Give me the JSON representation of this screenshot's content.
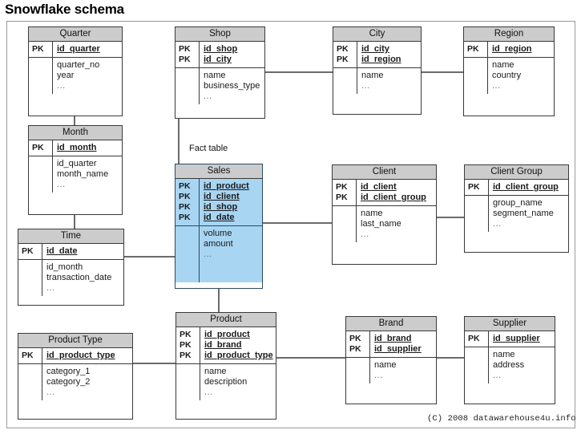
{
  "page": {
    "title": "Snowflake schema",
    "fact_table_note": "Fact table",
    "credit": "(C) 2008 datawarehouse4u.info"
  },
  "colors": {
    "header_fill": "#cccccc",
    "fact_fill": "#a8d5f2",
    "border": "#3a3a3a",
    "connector": "#6b6b6b",
    "frame": "#9a9a9a",
    "text": "#1a1a1a"
  },
  "key_label": "PK",
  "ellipsis": "...",
  "entities": {
    "quarter": {
      "name": "Quarter",
      "keys": [
        "id_quarter"
      ],
      "attributes": [
        "quarter_no",
        "year",
        "..."
      ]
    },
    "month": {
      "name": "Month",
      "keys": [
        "id_month"
      ],
      "attributes": [
        "id_quarter",
        "month_name",
        "..."
      ]
    },
    "time": {
      "name": "Time",
      "keys": [
        "id_date"
      ],
      "attributes": [
        "id_month",
        "transaction_date",
        "..."
      ]
    },
    "shop": {
      "name": "Shop",
      "keys": [
        "id_shop",
        "id_city"
      ],
      "attributes": [
        "name",
        "business_type",
        "..."
      ]
    },
    "city": {
      "name": "City",
      "keys": [
        "id_city",
        "id_region"
      ],
      "attributes": [
        "name",
        "..."
      ]
    },
    "region": {
      "name": "Region",
      "keys": [
        "id_region"
      ],
      "attributes": [
        "name",
        "country",
        "..."
      ]
    },
    "sales": {
      "name": "Sales",
      "keys": [
        "id_product",
        "id_client",
        "id_shop",
        "id_date"
      ],
      "attributes": [
        "volume",
        "amount",
        "..."
      ]
    },
    "client": {
      "name": "Client",
      "keys": [
        "id_client",
        "id_client_group"
      ],
      "attributes": [
        "name",
        "last_name",
        "..."
      ]
    },
    "client_group": {
      "name": "Client Group",
      "keys": [
        "id_client_group"
      ],
      "attributes": [
        "group_name",
        "segment_name",
        "..."
      ]
    },
    "product": {
      "name": "Product",
      "keys": [
        "id_product",
        "id_brand",
        "id_product_type"
      ],
      "attributes": [
        "name",
        "description",
        "..."
      ]
    },
    "product_type": {
      "name": "Product Type",
      "keys": [
        "id_product_type"
      ],
      "attributes": [
        "category_1",
        "category_2",
        "..."
      ]
    },
    "brand": {
      "name": "Brand",
      "keys": [
        "id_brand",
        "id_supplier"
      ],
      "attributes": [
        "name",
        "..."
      ]
    },
    "supplier": {
      "name": "Supplier",
      "keys": [
        "id_supplier"
      ],
      "attributes": [
        "name",
        "address",
        "..."
      ]
    }
  }
}
